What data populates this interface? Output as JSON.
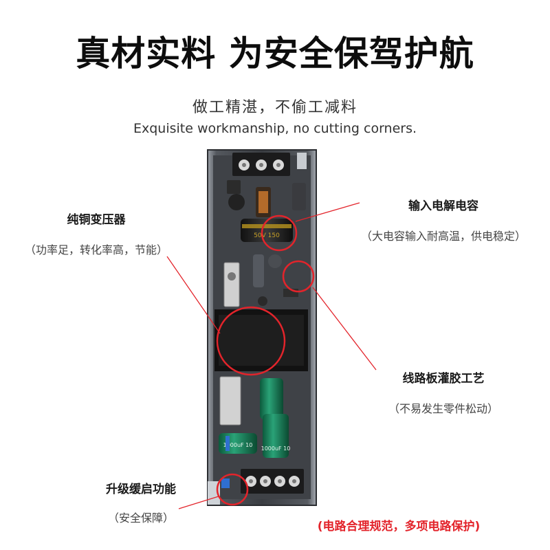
{
  "headline": "真材实料 为安全保驾护航",
  "subtitle_cn": "做工精湛，不偷工减料",
  "subtitle_en": "Exquisite workmanship, no cutting corners.",
  "callouts": {
    "transformer": {
      "title": "纯铜变压器",
      "desc": "（功率足，转化率高，节能）"
    },
    "capacitor": {
      "title": "输入电解电容",
      "desc": "（大电容输入耐高温，供电稳定）"
    },
    "potting": {
      "title": "线路板灌胶工艺",
      "desc": "（不易发生零件松动）"
    },
    "softstart": {
      "title": "升级缓启功能",
      "desc": "（安全保障）"
    }
  },
  "footer_note": "(电路合理规范，多项电路保护)",
  "component_markings": {
    "input_cap": "50V 150",
    "output_cap_1": "1000uF 10",
    "output_cap_2": "1000uF 10"
  },
  "colors": {
    "callout_ring": "#e3242b",
    "callout_line": "#e3242b",
    "footer_text": "#e3242b"
  }
}
